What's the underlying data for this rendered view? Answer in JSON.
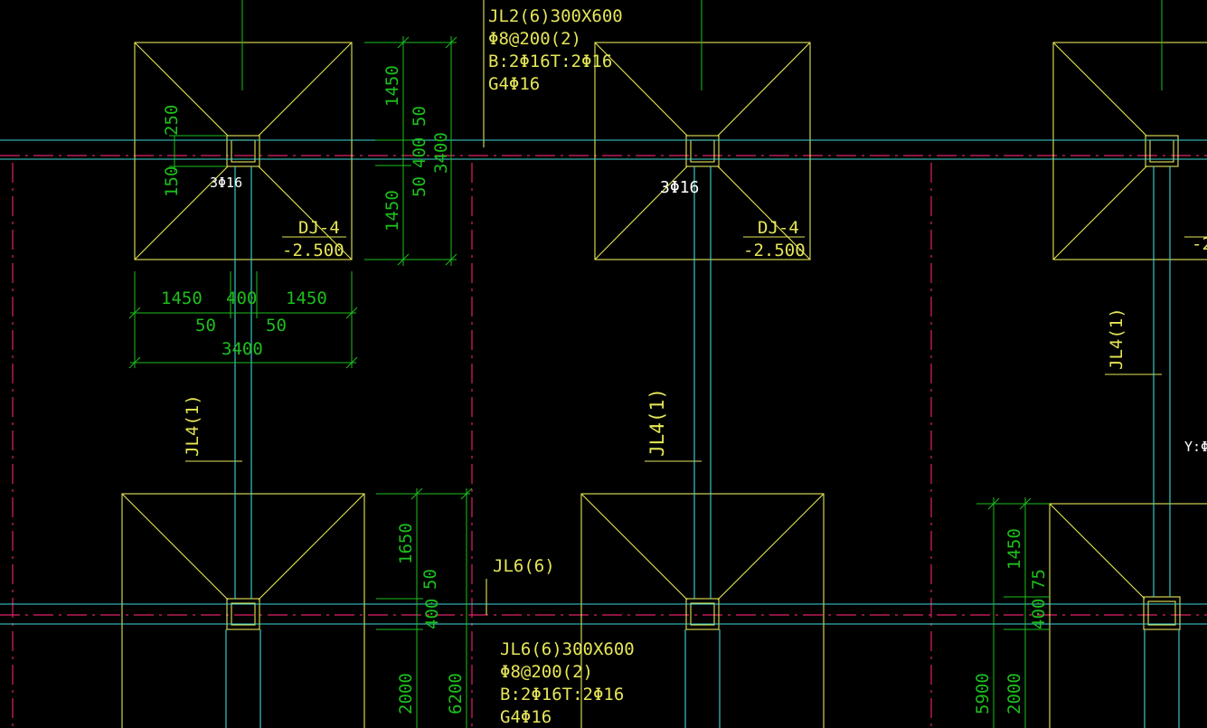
{
  "colors": {
    "background": "#000000",
    "footing_outline": "#e6e658",
    "dimension": "#1dbf1d",
    "beam": "#3fd8d8",
    "axis": "#e0206a",
    "label_white": "#ffffff"
  },
  "footing_top_left": {
    "tag": "DJ-4",
    "elevation": "-2.500"
  },
  "footing_top_mid": {
    "tag": "DJ-4",
    "elevation": "-2.500"
  },
  "footing_top_right": {
    "tag_partial": "-2"
  },
  "rebar_3": "3Φ16",
  "beam_jl2": {
    "title": "JL2(6)300X600",
    "stirrup": "Φ8@200(2)",
    "bars": "B:2Φ16T:2Φ16",
    "side": "G4Φ16"
  },
  "beam_jl6": {
    "title": "JL6(6)300X600",
    "stirrup": "Φ8@200(2)",
    "bars": "B:2Φ16T:2Φ16",
    "side": "G4Φ16",
    "short": "JL6(6)"
  },
  "beam_jl4": "JL4(1)",
  "edge_label": "Y:Φ",
  "dims": {
    "d1450": "1450",
    "d50": "50",
    "d400": "400",
    "d3400": "3400",
    "d250": "250",
    "d150": "150",
    "d1650": "1650",
    "d2000": "2000",
    "d6200": "6200",
    "d5900": "5900",
    "d75": "75"
  }
}
